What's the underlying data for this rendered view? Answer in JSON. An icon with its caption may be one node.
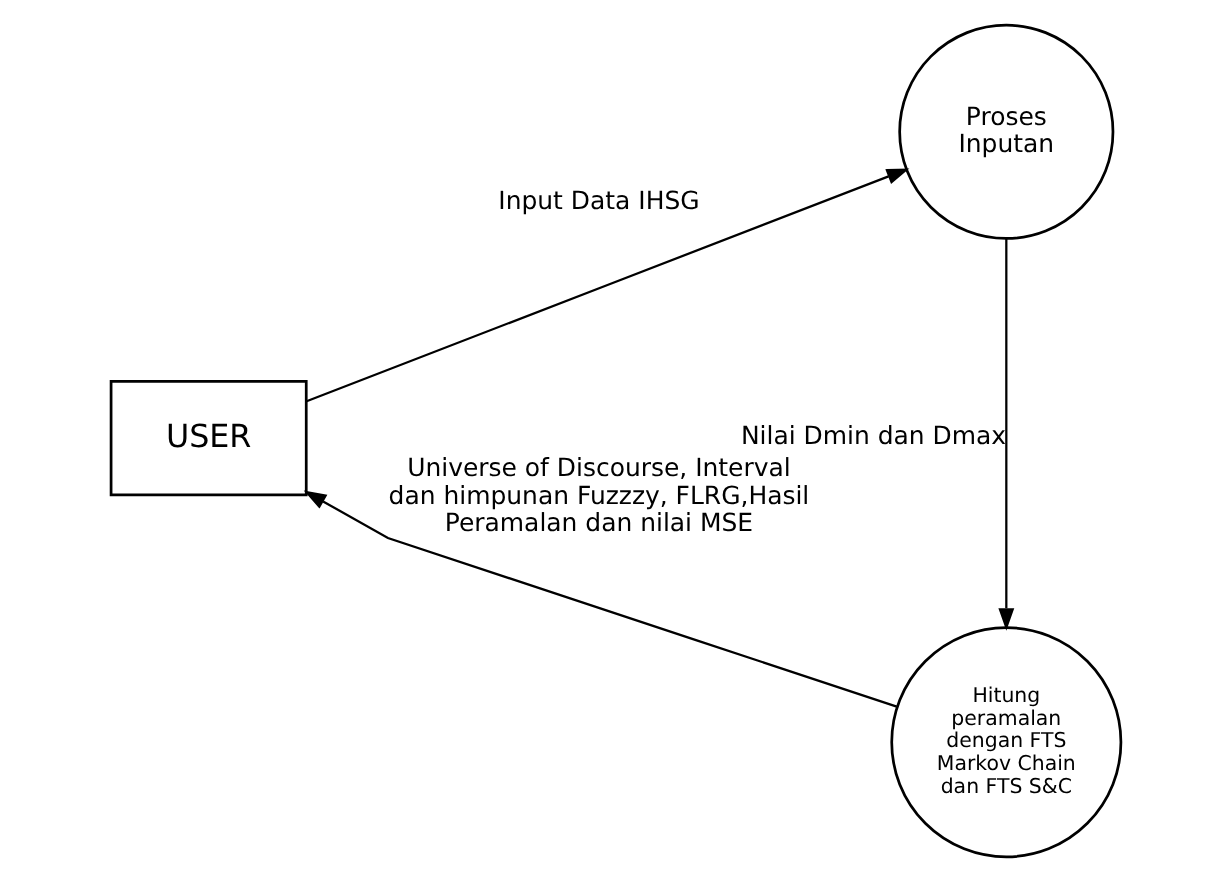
{
  "diagram": {
    "nodes": [
      {
        "text": [
          "USER"
        ]
      },
      {
        "text": [
          "Proses Inputan"
        ]
      },
      {
        "text": [
          "Hitung peramalan dengan FTS Markov Chain dan FTS S&C"
        ]
      }
    ],
    "edges": [
      {
        "from": 0,
        "to": 1,
        "arrow": "to",
        "label": "Input Data IHSG"
      },
      {
        "from": 1,
        "to": 2,
        "arrow": "to",
        "label": "Nilai Dmin dan Dmax"
      },
      {
        "from": 2,
        "to": 0,
        "arrow": "to",
        "label": "Universe of Discourse, Interval dan himpunan Fuzzzy, FLRG,Hasil Peramalan dan nilai MSE"
      }
    ]
  }
}
